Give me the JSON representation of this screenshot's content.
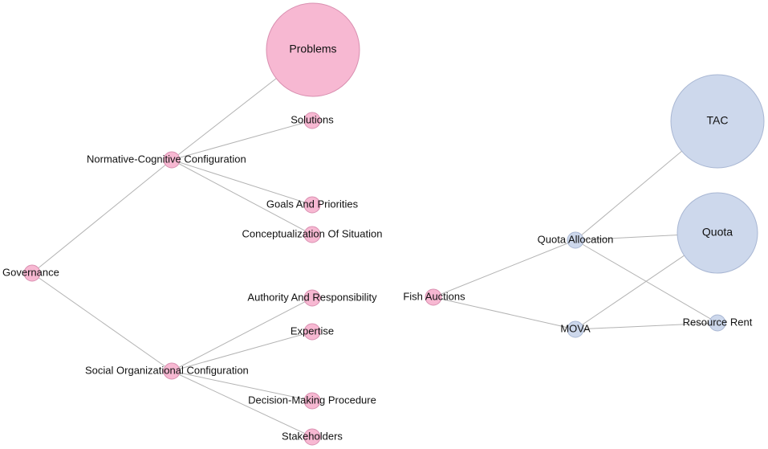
{
  "colors": {
    "pink_fill": "#f7b8d2",
    "pink_stroke": "#d98fb0",
    "blue_fill": "#cdd8ec",
    "blue_stroke": "#a9b7d3",
    "edge": "#b3b3b3"
  },
  "nodes": {
    "governance": {
      "label": "Governance",
      "group": "pink"
    },
    "normative": {
      "label": "Normative-Cognitive Configuration",
      "group": "pink"
    },
    "social": {
      "label": "Social Organizational Configuration",
      "group": "pink"
    },
    "problems": {
      "label": "Problems",
      "group": "pink"
    },
    "solutions": {
      "label": "Solutions",
      "group": "pink"
    },
    "goals": {
      "label": "Goals And Priorities",
      "group": "pink"
    },
    "conceptualization": {
      "label": "Conceptualization Of Situation",
      "group": "pink"
    },
    "authority": {
      "label": "Authority And Responsibility",
      "group": "pink"
    },
    "expertise": {
      "label": "Expertise",
      "group": "pink"
    },
    "decision": {
      "label": "Decision-Making Procedure",
      "group": "pink"
    },
    "stakeholders": {
      "label": "Stakeholders",
      "group": "pink"
    },
    "fish": {
      "label": "Fish Auctions",
      "group": "pink"
    },
    "quota_alloc": {
      "label": "Quota Allocation",
      "group": "blue"
    },
    "mova": {
      "label": "MOVA",
      "group": "blue"
    },
    "tac": {
      "label": "TAC",
      "group": "blue"
    },
    "quota": {
      "label": "Quota",
      "group": "blue"
    },
    "resource_rent": {
      "label": "Resource Rent",
      "group": "blue"
    }
  },
  "edges": [
    [
      "governance",
      "normative"
    ],
    [
      "governance",
      "social"
    ],
    [
      "normative",
      "problems"
    ],
    [
      "normative",
      "solutions"
    ],
    [
      "normative",
      "goals"
    ],
    [
      "normative",
      "conceptualization"
    ],
    [
      "social",
      "authority"
    ],
    [
      "social",
      "expertise"
    ],
    [
      "social",
      "decision"
    ],
    [
      "social",
      "stakeholders"
    ],
    [
      "fish",
      "quota_alloc"
    ],
    [
      "fish",
      "mova"
    ],
    [
      "quota_alloc",
      "tac"
    ],
    [
      "quota_alloc",
      "quota"
    ],
    [
      "quota_alloc",
      "resource_rent"
    ],
    [
      "mova",
      "quota"
    ],
    [
      "mova",
      "resource_rent"
    ]
  ]
}
